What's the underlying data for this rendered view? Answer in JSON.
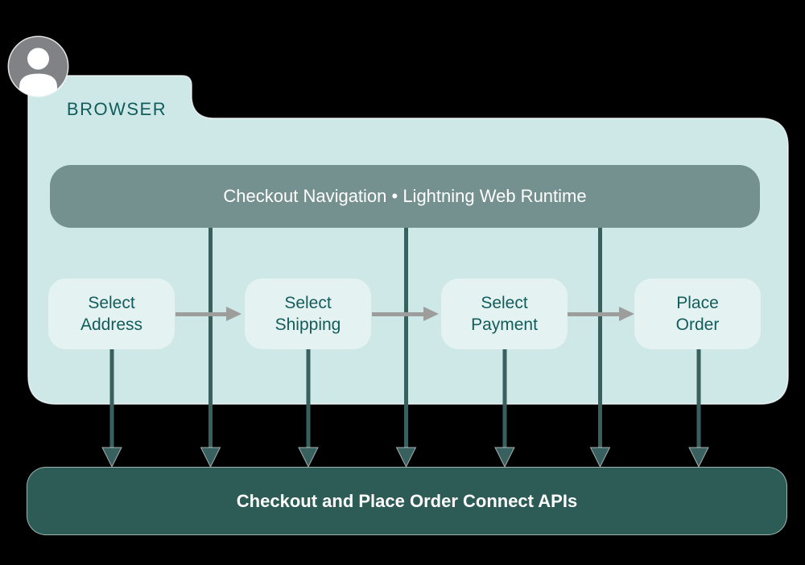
{
  "diagram": {
    "browser_panel": {
      "label": "BROWSER"
    },
    "nav_bar": {
      "label": "Checkout Navigation • Lightning Web Runtime"
    },
    "steps": [
      {
        "label": "Select Address"
      },
      {
        "label": "Select Shipping"
      },
      {
        "label": "Select Payment"
      },
      {
        "label": "Place Order"
      }
    ],
    "api_bar": {
      "label": "Checkout and Place Order Connect APIs"
    },
    "icons": {
      "user_avatar": "person-silhouette-in-gray-circle",
      "step_flow": "right-arrow",
      "api_call": "down-arrow"
    },
    "colors": {
      "panel_fill": "#cde8e7",
      "step_fill": "#e4f3f1",
      "nav_fill": "#75918f",
      "api_fill": "#2c5c55",
      "teal_text": "#135c5c",
      "dark_arrow": "#37605e",
      "gray_arrow": "#9d9d9c",
      "avatar_gray": "#808285",
      "light_text": "#ffffff"
    }
  }
}
